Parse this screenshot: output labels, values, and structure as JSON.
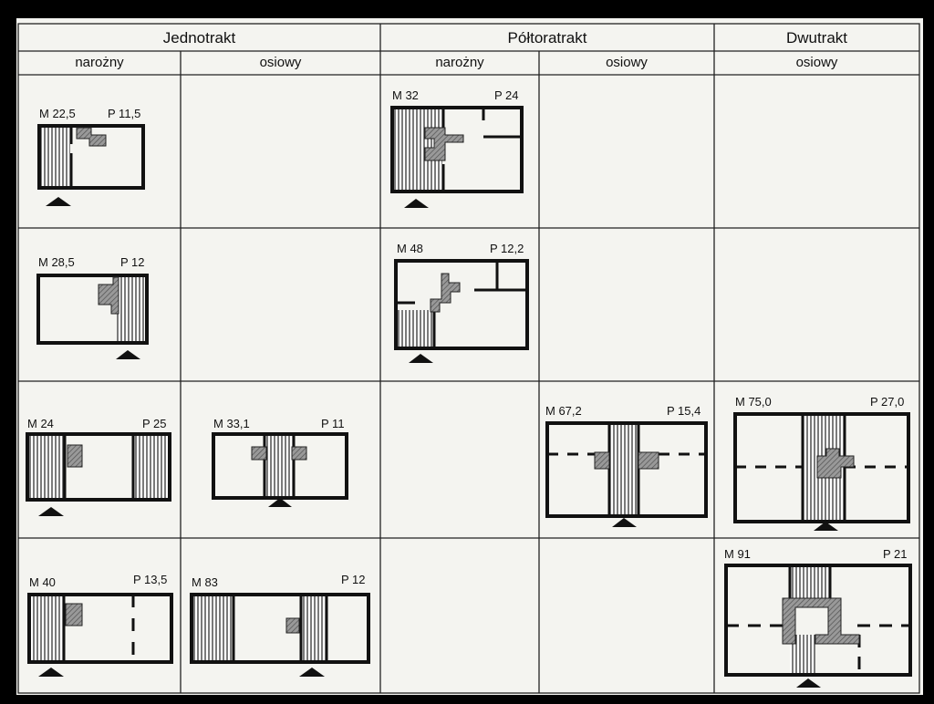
{
  "headers": {
    "jednotrakt": "Jednotrakt",
    "poltoratrakt": "Półtoratrakt",
    "dwutrakt": "Dwutrakt"
  },
  "subheaders": {
    "j_narozny": "narożny",
    "j_osiowy": "osiowy",
    "p_narozny": "narożny",
    "p_osiowy": "osiowy",
    "d_osiowy": "osiowy"
  },
  "plans": [
    {
      "m": "M 22,5",
      "p": "P 11,5"
    },
    {
      "m": "M 32",
      "p": "P 24"
    },
    {
      "m": "M 28,5",
      "p": "P 12"
    },
    {
      "m": "M 48",
      "p": "P 12,2"
    },
    {
      "m": "M 24",
      "p": "P 25"
    },
    {
      "m": "M 33,1",
      "p": "P 11"
    },
    {
      "m": "M 67,2",
      "p": "P 15,4"
    },
    {
      "m": "M 75,0",
      "p": "P 27,0"
    },
    {
      "m": "M 40",
      "p": "P 13,5"
    },
    {
      "m": "M 83",
      "p": "P 12"
    },
    {
      "m": "M 91",
      "p": "P 21"
    }
  ]
}
